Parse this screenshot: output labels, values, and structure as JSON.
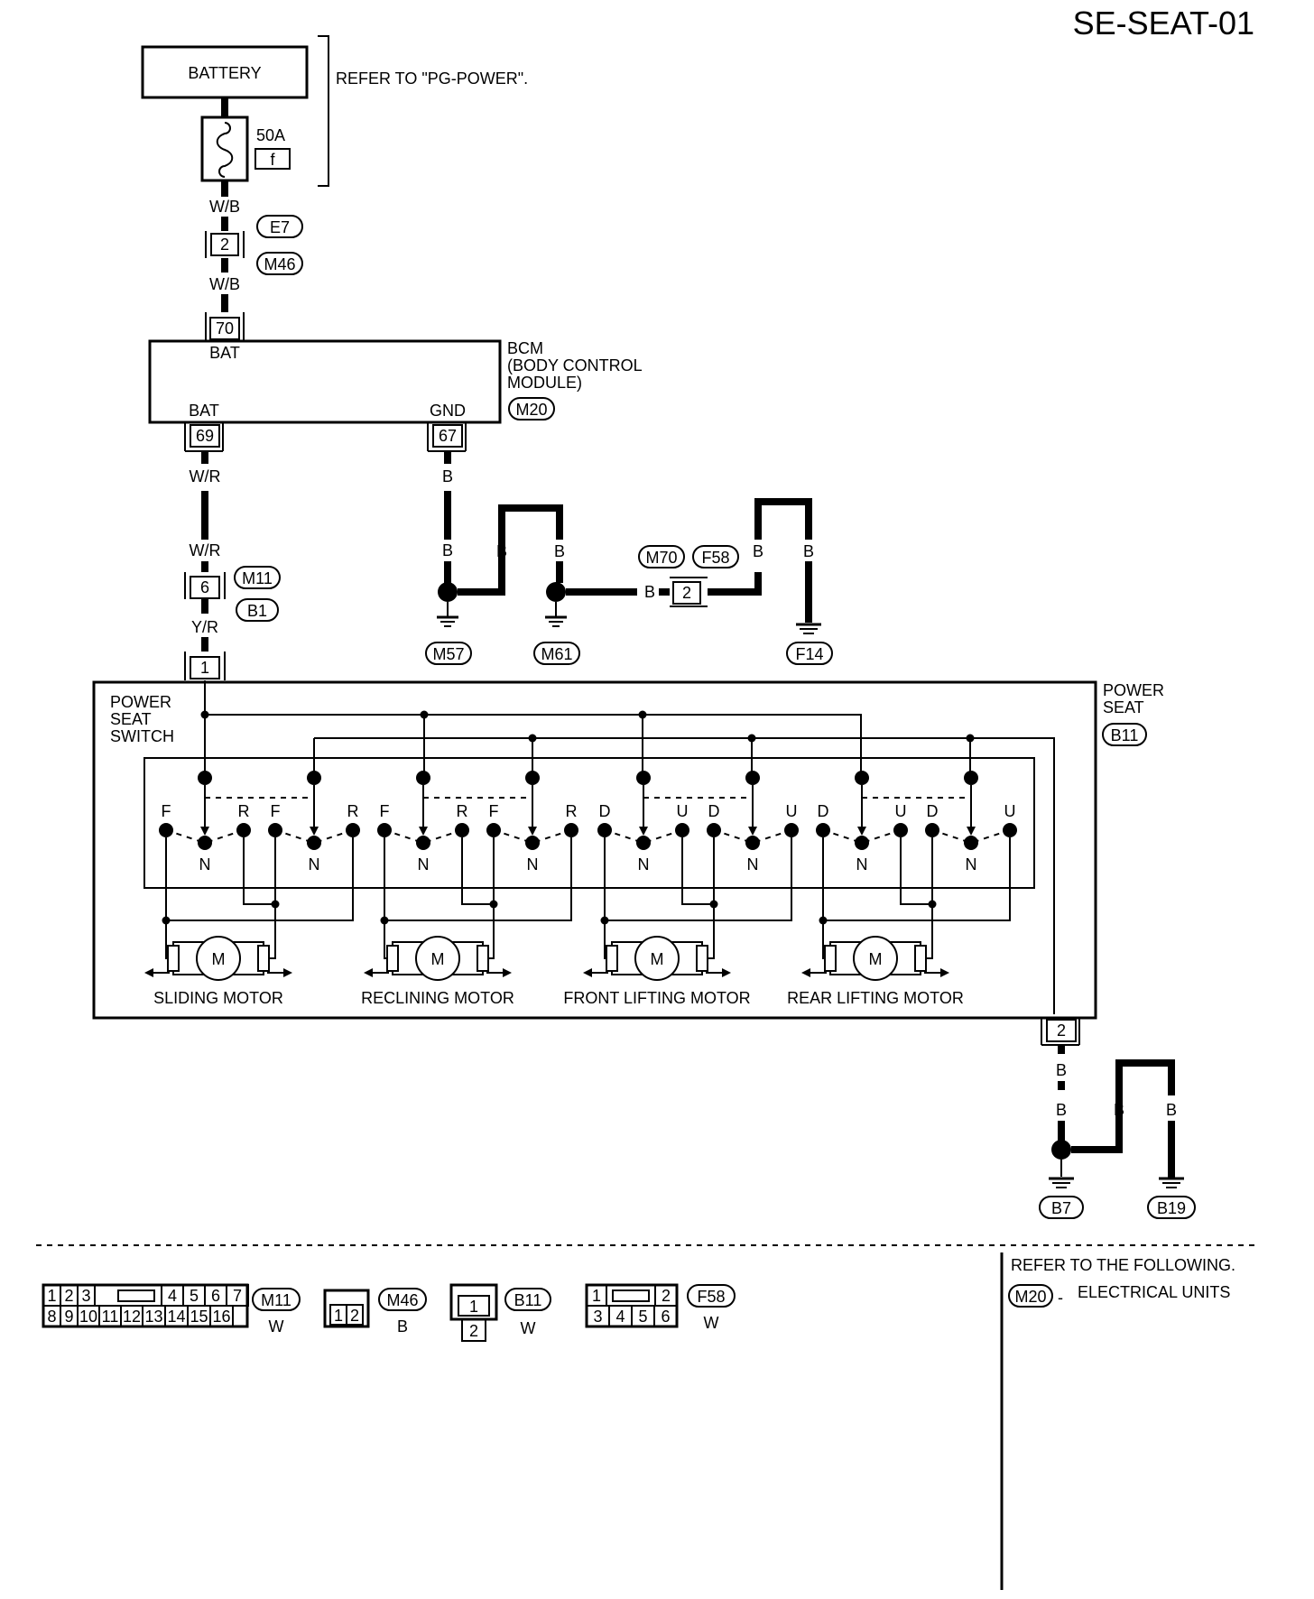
{
  "page": {
    "code": "SE-SEAT-01"
  },
  "battery": {
    "label": "BATTERY",
    "ref": "REFER TO \"PG-POWER\".",
    "fuse_amp": "50A",
    "fuse_id": "f"
  },
  "wires": {
    "wb": "W/B",
    "wr": "W/R",
    "yr": "Y/R",
    "b": "B"
  },
  "connectors": {
    "e7": "E7",
    "m46": "M46",
    "m11": "M11",
    "b1": "B1",
    "m20": "M20",
    "m70": "M70",
    "f58": "F58",
    "b11": "B11"
  },
  "grounds": {
    "m57": "M57",
    "m61": "M61",
    "f14": "F14",
    "b7": "B7",
    "b19": "B19"
  },
  "terminals": {
    "t2": "2",
    "t70": "70",
    "t69": "69",
    "t67": "67",
    "t6": "6",
    "t1": "1"
  },
  "bcm": {
    "name": "BCM",
    "full_1": "(BODY CONTROL",
    "full_2": "MODULE)",
    "pin_bat_top": "BAT",
    "pin_bat": "BAT",
    "pin_gnd": "GND"
  },
  "power_seat": {
    "label_1": "POWER",
    "label_2": "SEAT"
  },
  "switch": {
    "label_1": "POWER",
    "label_2": "SEAT",
    "label_3": "SWITCH"
  },
  "switch_letters": {
    "group1": [
      "F",
      "R",
      "F",
      "R"
    ],
    "group2": [
      "F",
      "R",
      "F",
      "R"
    ],
    "group3": [
      "D",
      "U",
      "D",
      "U"
    ],
    "group4": [
      "D",
      "U",
      "D",
      "U"
    ],
    "neutral": "N"
  },
  "motors": {
    "symbol": "M",
    "names": [
      "SLIDING MOTOR",
      "RECLINING MOTOR",
      "FRONT LIFTING MOTOR",
      "REAR LIFTING MOTOR"
    ]
  },
  "legend": {
    "m11": {
      "top": [
        "1",
        "2",
        "3",
        "4",
        "5",
        "6",
        "7"
      ],
      "bottom": [
        "8",
        "9",
        "10",
        "11",
        "12",
        "13",
        "14",
        "15",
        "16"
      ],
      "id": "M11",
      "color": "W"
    },
    "m46": {
      "pins": [
        "1",
        "2"
      ],
      "id": "M46",
      "color": "B"
    },
    "b11": {
      "pins": [
        "1",
        "2"
      ],
      "id": "B11",
      "color": "W"
    },
    "f58": {
      "top": [
        "1",
        "2"
      ],
      "bottom": [
        "3",
        "4",
        "5",
        "6"
      ],
      "id": "F58",
      "color": "W"
    }
  },
  "refer": {
    "heading": "REFER TO THE FOLLOWING.",
    "connector": "M20",
    "sep": "-",
    "text": "ELECTRICAL UNITS"
  }
}
